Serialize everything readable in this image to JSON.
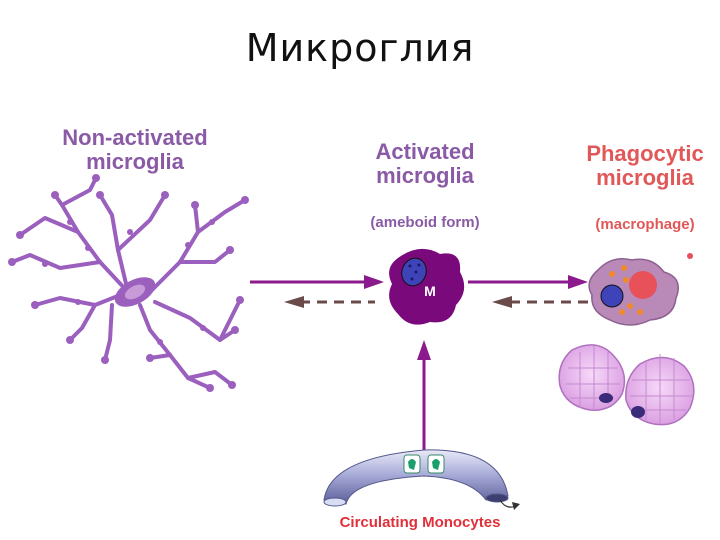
{
  "title": "Микроглия",
  "nonactivated": {
    "label": "Non-activated microglia"
  },
  "activated": {
    "label": "Activated microglia",
    "form": "(ameboid form)",
    "nucleus_letter": "M"
  },
  "phagocytic": {
    "label": "Phagocytic microglia",
    "form": "(macrophage)"
  },
  "monocytes": {
    "label": "Circulating Monocytes"
  },
  "colors": {
    "purple_label": "#8a5aa6",
    "red_label": "#e05858",
    "microglia": "#9b5fbe",
    "activated_cell": "#7a0a7c",
    "arrow": "#8b1a8c",
    "dashed_arrow": "#6b4a4a"
  }
}
